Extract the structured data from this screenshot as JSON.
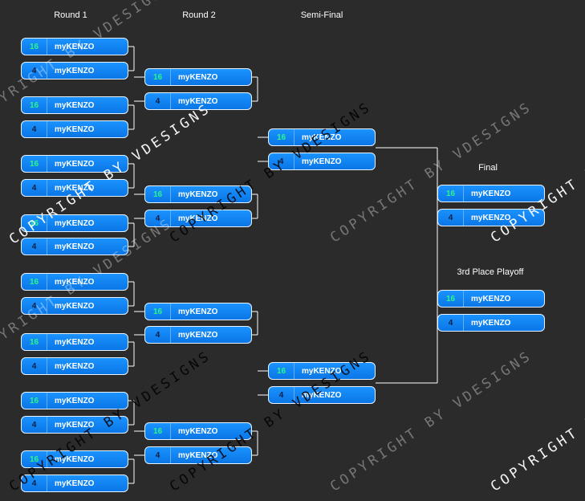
{
  "labels": {
    "round1": "Round 1",
    "round2": "Round 2",
    "semifinal": "Semi-Final",
    "final": "Final",
    "third_place": "3rd Place Playoff"
  },
  "watermark_text": "COPYRIGHT BY VDESIGNS",
  "colors": {
    "background": "#2b2b2b",
    "box": "#0a84ff",
    "high_seed": "#2cf58b",
    "low_seed": "#0a1f44",
    "connector": "#ffffff"
  },
  "round1": [
    {
      "seed": "16",
      "name": "myKENZO"
    },
    {
      "seed": "4",
      "name": "myKENZO"
    },
    {
      "seed": "16",
      "name": "myKENZO"
    },
    {
      "seed": "4",
      "name": "myKENZO"
    },
    {
      "seed": "16",
      "name": "myKENZO"
    },
    {
      "seed": "4",
      "name": "myKENZO"
    },
    {
      "seed": "16",
      "name": "myKENZO"
    },
    {
      "seed": "4",
      "name": "myKENZO"
    },
    {
      "seed": "16",
      "name": "myKENZO"
    },
    {
      "seed": "4",
      "name": "myKENZO"
    },
    {
      "seed": "16",
      "name": "myKENZO"
    },
    {
      "seed": "4",
      "name": "myKENZO"
    },
    {
      "seed": "16",
      "name": "myKENZO"
    },
    {
      "seed": "4",
      "name": "myKENZO"
    },
    {
      "seed": "16",
      "name": "myKENZO"
    },
    {
      "seed": "4",
      "name": "myKENZO"
    }
  ],
  "round2": [
    {
      "seed": "16",
      "name": "myKENZO"
    },
    {
      "seed": "4",
      "name": "myKENZO"
    },
    {
      "seed": "16",
      "name": "myKENZO"
    },
    {
      "seed": "4",
      "name": "myKENZO"
    },
    {
      "seed": "16",
      "name": "myKENZO"
    },
    {
      "seed": "4",
      "name": "myKENZO"
    },
    {
      "seed": "16",
      "name": "myKENZO"
    },
    {
      "seed": "4",
      "name": "myKENZO"
    }
  ],
  "semifinal": [
    {
      "seed": "16",
      "name": "myKENZO"
    },
    {
      "seed": "4",
      "name": "myKENZO"
    },
    {
      "seed": "16",
      "name": "myKENZO"
    },
    {
      "seed": "4",
      "name": "myKENZO"
    }
  ],
  "final": [
    {
      "seed": "16",
      "name": "myKENZO"
    },
    {
      "seed": "4",
      "name": "myKENZO"
    }
  ],
  "third_place": [
    {
      "seed": "16",
      "name": "myKENZO"
    },
    {
      "seed": "4",
      "name": "myKENZO"
    }
  ]
}
